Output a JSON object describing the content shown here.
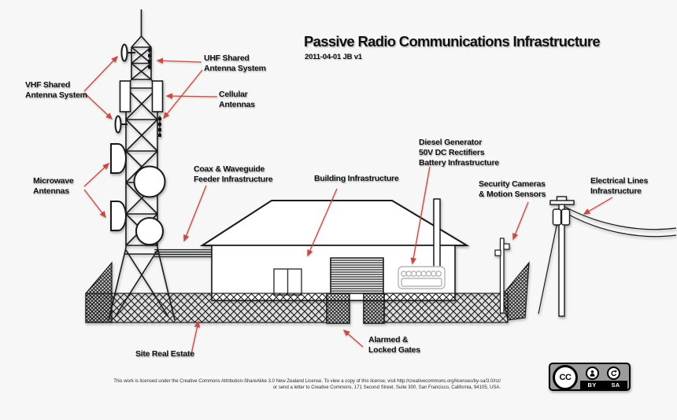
{
  "title": {
    "text": "Passive Radio Communications Infrastructure",
    "version": "2011-04-01 JB v1"
  },
  "labels": {
    "vhf": "VHF Shared\nAntenna System",
    "uhf": "UHF Shared\nAntenna System",
    "cellular": "Cellular\nAntennas",
    "microwave": "Microwave\nAntennas",
    "coax": "Coax & Waveguide\nFeeder Infrastructure",
    "building": "Building Infrastructure",
    "diesel": "Diesel Generator\n50V DC Rectifiers\nBattery Infrastructure",
    "security": "Security Cameras\n& Motion Sensors",
    "electrical": "Electrical Lines\nInfrastructure",
    "site": "Site Real Estate",
    "gates": "Alarmed &\nLocked Gates"
  },
  "footer": {
    "license_line1": "This work is licensed under the Creative Commons Attribution-ShareAlike 3.0 New Zealand License. To view a copy of this license, visit http://creativecommons.org/licenses/by-sa/3.0/nz/",
    "license_line2": "or send a letter to Creative Commons, 171 Second Street, Suite 300, San Francisco, California, 94105, USA."
  },
  "badge": {
    "cc_label": "CC",
    "by_label": "BY",
    "sa_label": "SA",
    "icons": {
      "cc": "creative-commons-logo",
      "by": "attribution-person-icon",
      "sa": "share-alike-arrow-icon"
    }
  },
  "colors": {
    "background": "#f7f7f7",
    "line": "#1a1a1a",
    "arrow": "#c64a42",
    "badge_gray": "#9c9c9c"
  }
}
